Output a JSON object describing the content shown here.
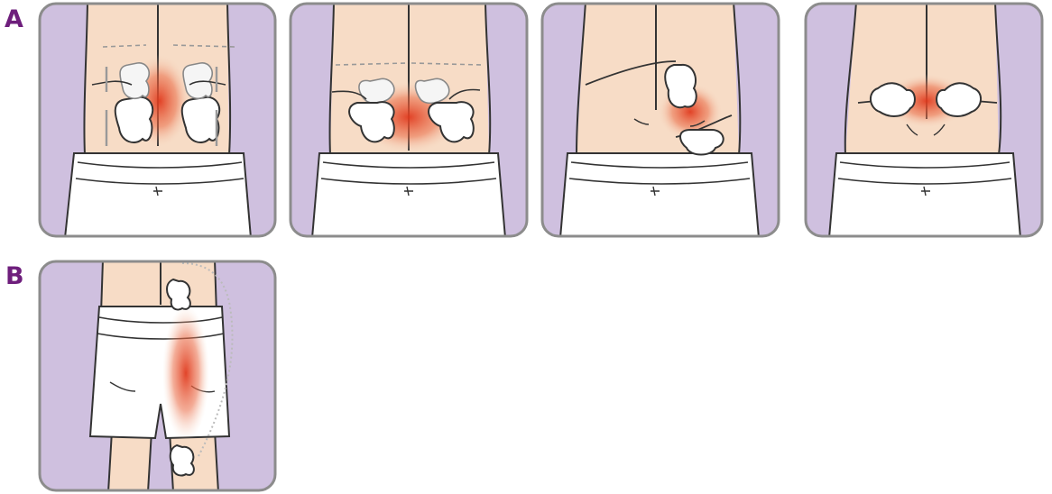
{
  "labels": {
    "a": "A",
    "b": "B"
  },
  "colors": {
    "label": "#6e1e7c",
    "background": "#cfc0df",
    "skin": "#f7dcc6",
    "pain": "#e03a1e",
    "frame": "#8c8c8c",
    "outline": "#333333",
    "shorts": "#ffffff"
  },
  "panels": [
    {
      "row": "A",
      "index": 1,
      "icon": "lower-back-two-pairs-of-electrodes-icon"
    },
    {
      "row": "A",
      "index": 2,
      "icon": "lower-back-electrodes-crossed-icon"
    },
    {
      "row": "A",
      "index": 3,
      "icon": "lower-back-and-side-electrodes-icon"
    },
    {
      "row": "A",
      "index": 4,
      "icon": "lower-back-one-pair-of-electrodes-icon"
    },
    {
      "row": "B",
      "index": 1,
      "icon": "sciatic-pain-leg-electrodes-icon"
    }
  ]
}
